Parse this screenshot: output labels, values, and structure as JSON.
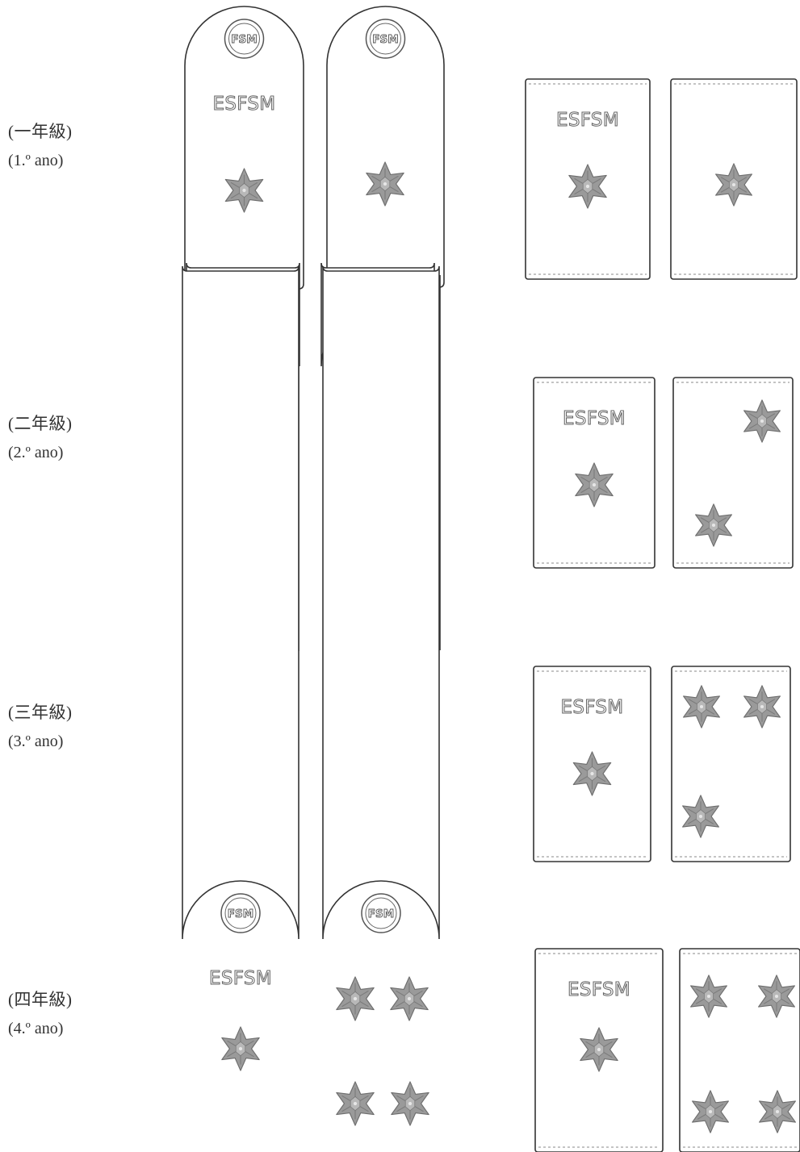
{
  "rows": [
    {
      "label_zh": "(一年級)",
      "label_pt": "(1.º ano)",
      "stars_rank": 1
    },
    {
      "label_zh": "(二年級)",
      "label_pt": "(2.º ano)",
      "stars_rank": 2
    },
    {
      "label_zh": "(三年級)",
      "label_pt": "(3.º ano)",
      "stars_rank": 3
    },
    {
      "label_zh": "(四年級)",
      "label_pt": "(4.º ano)",
      "stars_rank": 4
    }
  ],
  "board_text": "ESFSM",
  "logo_text": "FSM",
  "icons": {
    "insignia": "six-point-star-icon",
    "logo": "fsm-emblem-icon"
  },
  "colors": {
    "outline": "#333333",
    "star_fill": "#9a9a9a",
    "text_outline": "#666666"
  }
}
